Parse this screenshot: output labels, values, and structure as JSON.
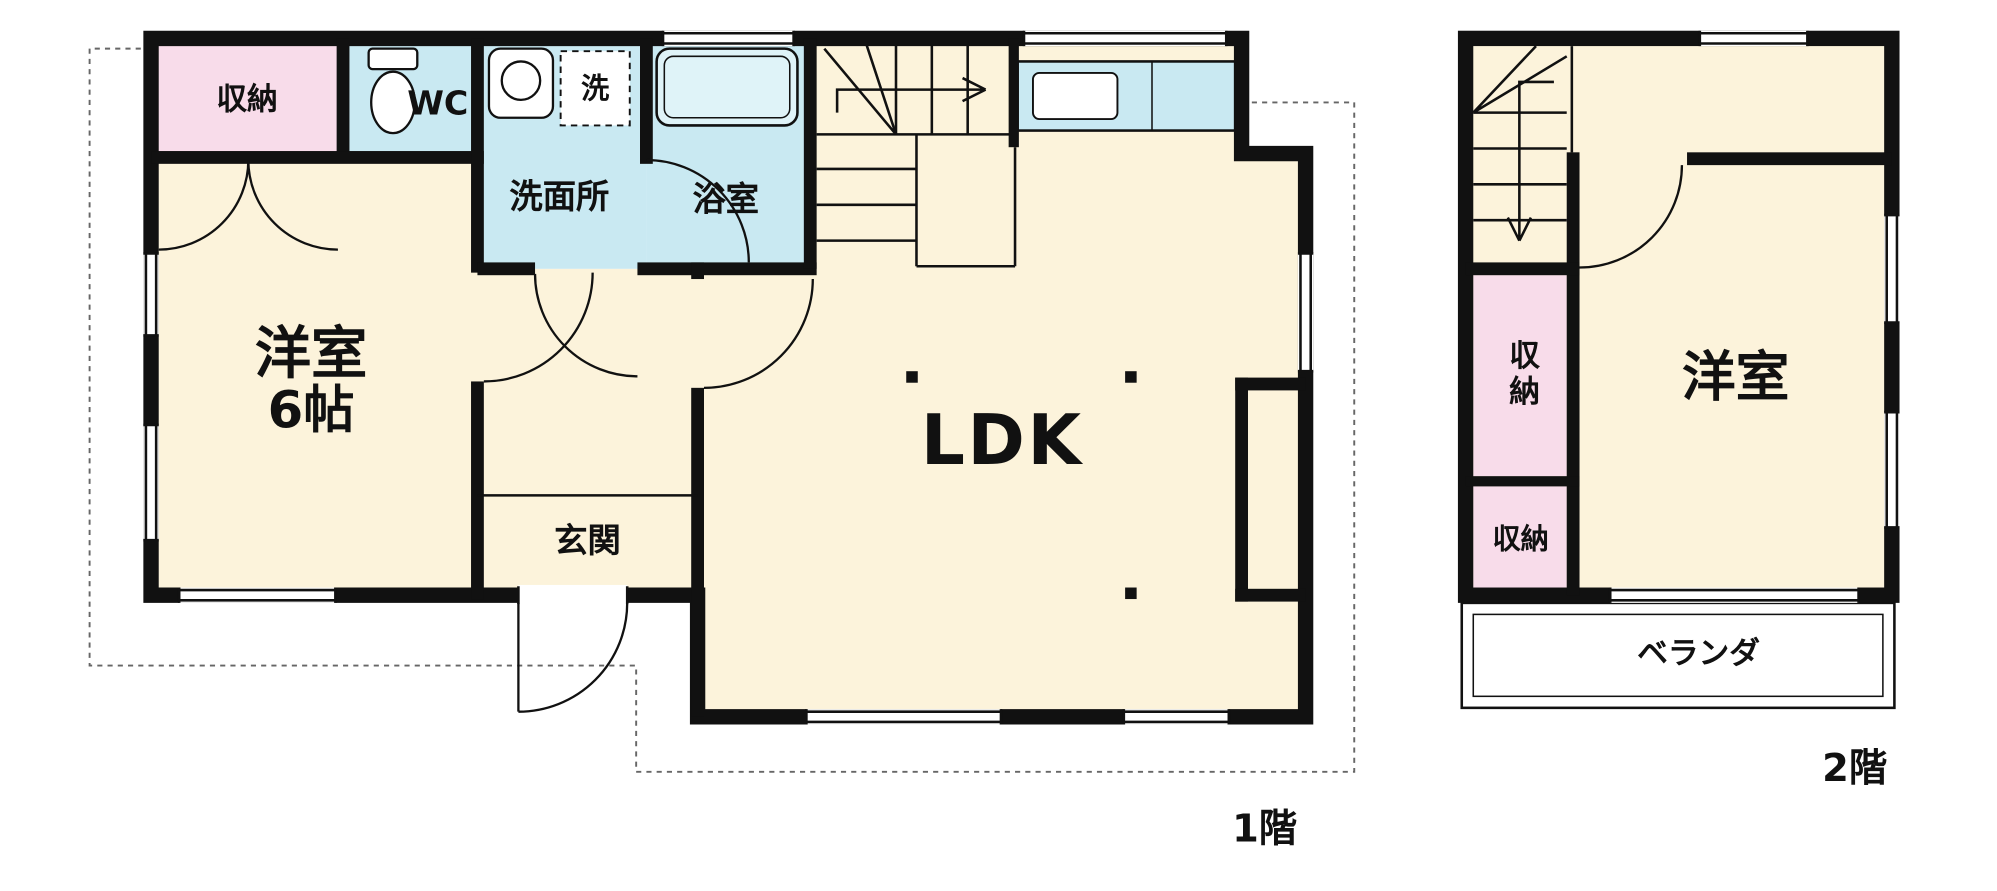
{
  "floor1": {
    "floor_label": "1階",
    "rooms": {
      "storage": "収納",
      "wc": "WC",
      "laundry": "洗",
      "washroom": "洗面所",
      "bathroom": "浴室",
      "western_room_name": "洋室",
      "western_room_size": "6帖",
      "entrance": "玄関",
      "ldk": "LDK"
    }
  },
  "floor2": {
    "floor_label": "2階",
    "rooms": {
      "storage_upper": "収納",
      "storage_lower": "収納",
      "western_room_name": "洋室",
      "veranda": "ベランダ"
    }
  },
  "colors": {
    "wall": "#111111",
    "room_cream": "#FCF3DB",
    "storage_pink": "#F8DCEA",
    "wet_area_blue": "#C9E9F2",
    "background": "#FFFFFF"
  }
}
